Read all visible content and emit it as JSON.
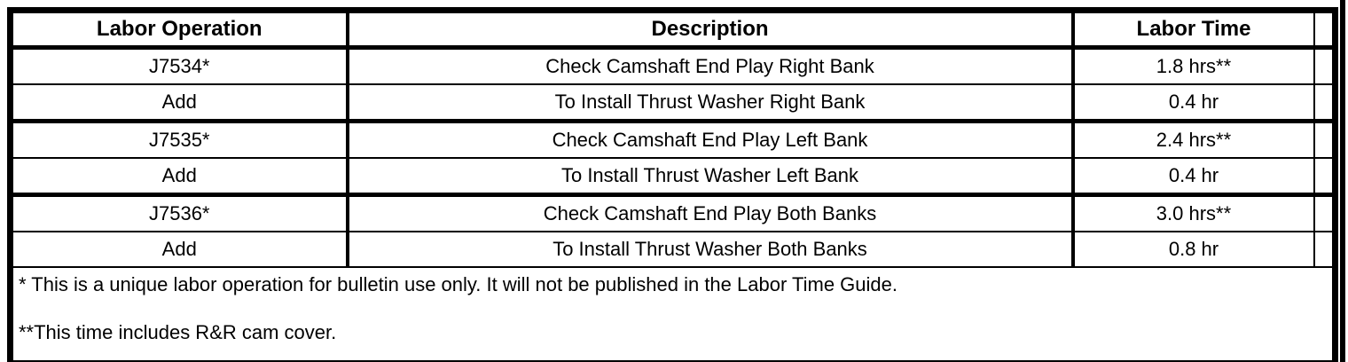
{
  "table": {
    "headers": {
      "labor_operation": "Labor Operation",
      "description": "Description",
      "labor_time": "Labor Time"
    },
    "rows": [
      {
        "op": "J7534*",
        "desc": "Check Camshaft End Play Right Bank",
        "time": "1.8 hrs**"
      },
      {
        "op": "Add",
        "desc": "To Install Thrust Washer Right Bank",
        "time": "0.4 hr"
      },
      {
        "op": "J7535*",
        "desc": "Check Camshaft End Play Left Bank",
        "time": "2.4 hrs**"
      },
      {
        "op": "Add",
        "desc": "To Install Thrust Washer Left Bank",
        "time": "0.4 hr"
      },
      {
        "op": "J7536*",
        "desc": "Check Camshaft End Play Both Banks",
        "time": "3.0 hrs**"
      },
      {
        "op": "Add",
        "desc": "To Install Thrust Washer Both Banks",
        "time": "0.8 hr"
      }
    ],
    "footnotes": [
      "* This is a unique labor operation for bulletin use only. It will not be published in the Labor Time Guide.",
      "**This time includes R&R cam cover."
    ],
    "colors": {
      "border": "#000000",
      "background": "#ffffff",
      "text": "#000000"
    }
  }
}
